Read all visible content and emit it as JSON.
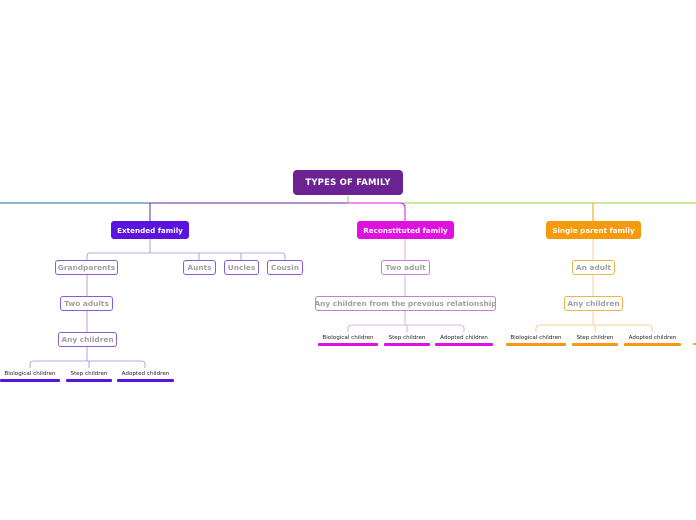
{
  "root": {
    "label": "TYPES OF FAMILY"
  },
  "branches": {
    "extended": {
      "label": "Extended family",
      "children": {
        "grandparents": "Grandparents",
        "aunts": "Aunts",
        "uncles": "Uncles",
        "cousin": "Cousin",
        "two_adults": "Two adults",
        "any_children": "Any children"
      },
      "leaves": [
        "Biological children",
        "Step children",
        "Adopted children"
      ]
    },
    "reconstituted": {
      "label": "Reconstituted family",
      "children": {
        "two_adult": "Two adult",
        "any_children_prev": "Any children from the prevoius relationship"
      },
      "leaves": [
        "Biological children",
        "Step children",
        "Adopted children"
      ]
    },
    "single": {
      "label": "Single parent family",
      "children": {
        "an_adult": "An adult",
        "any_children": "Any children"
      },
      "leaves": [
        "Biological children",
        "Step children",
        "Adopted children"
      ]
    }
  },
  "colors": {
    "root": "#6b2393",
    "extended": "#5b14e0",
    "extended_sub_border": "#8a5ad8",
    "reconstituted": "#e011e0",
    "reconstituted_sub_border": "#c97adf",
    "single": "#f59a0c",
    "single_sub_border": "#f0b24a",
    "sub_text": "#a0a0a0",
    "left_line": "#1d6ea0",
    "right_line": "#9ad63a"
  }
}
